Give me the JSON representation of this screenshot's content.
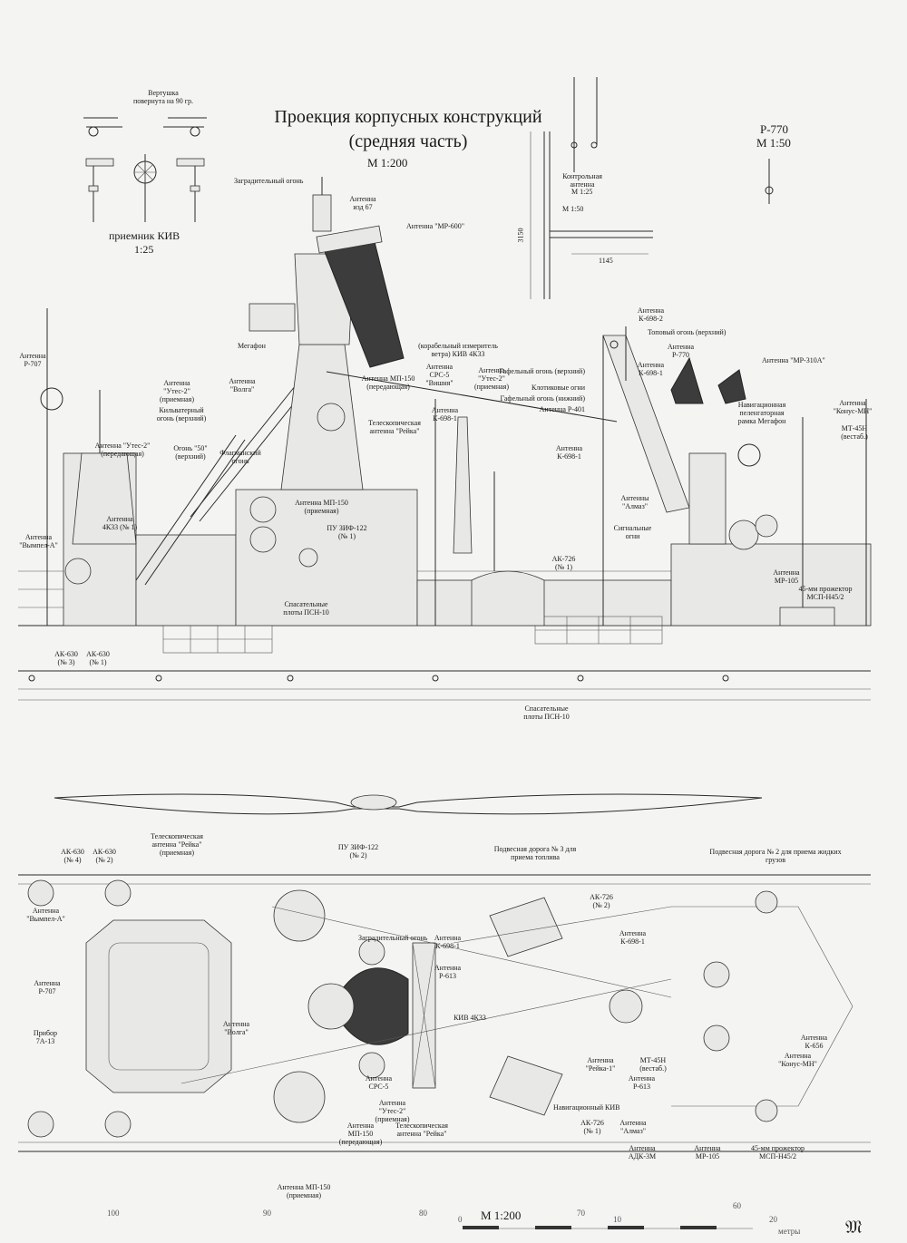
{
  "header": {
    "title_line1": "Проекция корпусных конструкций",
    "title_line2": "(средняя часть)",
    "scale_main": "М 1:200",
    "r770": "Р-770",
    "r770_scale": "М 1:50"
  },
  "detail_kiv": {
    "rotated_note": "Вертушка повернута на 90 гр.",
    "caption": "приемник КИВ",
    "scale": "1:25"
  },
  "detail_control_antenna": {
    "caption": "Контрольная антенна",
    "scale": "М 1:25",
    "scale_b": "М 1:50",
    "dim_vertical": "3150",
    "dim_horizontal": "1145"
  },
  "side_labels": [
    {
      "id": "l-zagrad",
      "text": "Заградительный огонь"
    },
    {
      "id": "l-ant67",
      "text": "Антенна изд 67"
    },
    {
      "id": "l-mr600",
      "text": "Антенна \"МР-600\""
    },
    {
      "id": "l-p707",
      "text": "Антенна Р-707"
    },
    {
      "id": "l-megafon",
      "text": "Мегафон"
    },
    {
      "id": "l-utes-pr",
      "text": "Антенна \"Утес-2\" (приемная)"
    },
    {
      "id": "l-volga",
      "text": "Антенна \"Волга\""
    },
    {
      "id": "l-kilv",
      "text": "Кильватерный огонь (верхний)"
    },
    {
      "id": "l-utes-per",
      "text": "Антенна \"Утес-2\" (передающая)"
    },
    {
      "id": "l-ogon50",
      "text": "Огонь \"50\" (верхний)"
    },
    {
      "id": "l-flag",
      "text": "Флагманский огонь"
    },
    {
      "id": "l-4k33",
      "text": "Антенна 4К33 (№ 1)"
    },
    {
      "id": "l-vympel",
      "text": "Антенна \"Вымпел-А\""
    },
    {
      "id": "l-ak630",
      "text": "АК-630 (№ 3)"
    },
    {
      "id": "l-ak630b",
      "text": "АК-630 (№ 1)"
    },
    {
      "id": "l-mp150",
      "text": "Антенна МП-150 (приемная)"
    },
    {
      "id": "l-pu",
      "text": "ПУ ЗИФ-122 (№ 1)"
    },
    {
      "id": "l-psn",
      "text": "Спасательные плоты ПСН-10"
    },
    {
      "id": "l-korab",
      "text": "(корабельный измеритель ветра) КИВ 4К33"
    },
    {
      "id": "l-src5",
      "text": "Антенна СРС-5 \"Вишня\""
    },
    {
      "id": "l-utes2",
      "text": "Антенна \"Утес-2\" (приемная)"
    },
    {
      "id": "l-mp150p",
      "text": "Антенна МП-150 (передающая)"
    },
    {
      "id": "l-teles",
      "text": "Телескопическая антенна \"Рейка\""
    },
    {
      "id": "l-k6981",
      "text": "Антенна К-698-1"
    },
    {
      "id": "l-k6982",
      "text": "Антенна К-698-2"
    },
    {
      "id": "l-top",
      "text": "Топовый огонь (верхний)"
    },
    {
      "id": "l-p770",
      "text": "Антенна Р-770"
    },
    {
      "id": "l-k6981b",
      "text": "Антенна К-698-1"
    },
    {
      "id": "l-gaf-up",
      "text": "Гафельный огонь (верхний)"
    },
    {
      "id": "l-klot",
      "text": "Клотиковые огни"
    },
    {
      "id": "l-gaf-dn",
      "text": "Гафельный огонь (нижний)"
    },
    {
      "id": "l-p401",
      "text": "Антенна Р-401"
    },
    {
      "id": "l-k6981c",
      "text": "Антенна К-698-1"
    },
    {
      "id": "l-mr310",
      "text": "Антенна \"МР-310А\""
    },
    {
      "id": "l-navig",
      "text": "Навигационная пеленгаторная рамка Мегафон"
    },
    {
      "id": "l-konus",
      "text": "Антенна \"Конус-МН\""
    },
    {
      "id": "l-mt45",
      "text": "МТ-45Н (вестаб.)"
    },
    {
      "id": "l-alex",
      "text": "Антенны \"Алмаз\""
    },
    {
      "id": "l-signal",
      "text": "Сигнальные огни"
    },
    {
      "id": "l-ak726",
      "text": "АК-726 (№ 1)"
    },
    {
      "id": "l-mr105",
      "text": "Антенна МР-105"
    },
    {
      "id": "l-45mm",
      "text": "45-мм прожектор МСП-Н45/2"
    },
    {
      "id": "l-psn2",
      "text": "Спасательные плоты ПСН-10"
    }
  ],
  "plan_labels": [
    {
      "id": "p-ak630-4",
      "text": "АК-630 (№ 4)"
    },
    {
      "id": "p-ak630-2",
      "text": "АК-630 (№ 2)"
    },
    {
      "id": "p-teles",
      "text": "Телескопическая антенна \"Рейка\" (приемная)"
    },
    {
      "id": "p-pu2",
      "text": "ПУ ЗИФ-122 (№ 2)"
    },
    {
      "id": "p-road3",
      "text": "Подвесная дорога № 3 для приема топлива"
    },
    {
      "id": "p-road2",
      "text": "Подвесная дорога № 2 для приема жидких грузов"
    },
    {
      "id": "p-vympel",
      "text": "Антенна \"Вымпел-А\""
    },
    {
      "id": "p-zagrad",
      "text": "Заградительный огонь"
    },
    {
      "id": "p-k6981",
      "text": "Антенна К-698-1"
    },
    {
      "id": "p-ak726-2",
      "text": "АК-726 (№ 2)"
    },
    {
      "id": "p-p707",
      "text": "Антенна Р-707"
    },
    {
      "id": "p-p613",
      "text": "Антенна Р-613"
    },
    {
      "id": "p-k6981b",
      "text": "Антенна К-698-1"
    },
    {
      "id": "p-pribor",
      "text": "Прибор 7А-13"
    },
    {
      "id": "p-volga",
      "text": "Антенна \"Волга\""
    },
    {
      "id": "p-kiv",
      "text": "КИВ 4К33"
    },
    {
      "id": "p-src5",
      "text": "Антенна СРС-5"
    },
    {
      "id": "p-reyka1",
      "text": "Антенна \"Рейка-1\""
    },
    {
      "id": "p-mt45",
      "text": "МТ-45Н (вестаб.)"
    },
    {
      "id": "p-p613b",
      "text": "Антенна Р-613"
    },
    {
      "id": "p-k656",
      "text": "Антенна К-656"
    },
    {
      "id": "p-konus",
      "text": "Антенна \"Конус-МН\""
    },
    {
      "id": "p-utes",
      "text": "Антенна \"Утес-2\" (приемная)"
    },
    {
      "id": "p-mp150",
      "text": "Антенна МП-150 (передающая)"
    },
    {
      "id": "p-teles2",
      "text": "Телескопическая антенна \"Рейка\""
    },
    {
      "id": "p-navkiv",
      "text": "Навигационный КИВ"
    },
    {
      "id": "p-ak726",
      "text": "АК-726 (№ 1)"
    },
    {
      "id": "p-almaz",
      "text": "Антенна \"Алмаз\""
    },
    {
      "id": "p-adk",
      "text": "Антенна АДК-3М"
    },
    {
      "id": "p-mr105",
      "text": "Антенна МР-105"
    },
    {
      "id": "p-45mm",
      "text": "45-мм прожектор МСП-Н45/2"
    },
    {
      "id": "p-mp150pr",
      "text": "Антенна МП-150 (приемная)"
    }
  ],
  "bottom": {
    "scale": "М 1:200",
    "frame_numbers": [
      "100",
      "90",
      "0",
      "80",
      "70",
      "10",
      "60",
      "20"
    ],
    "units": "метры",
    "logo": "𝔐"
  }
}
